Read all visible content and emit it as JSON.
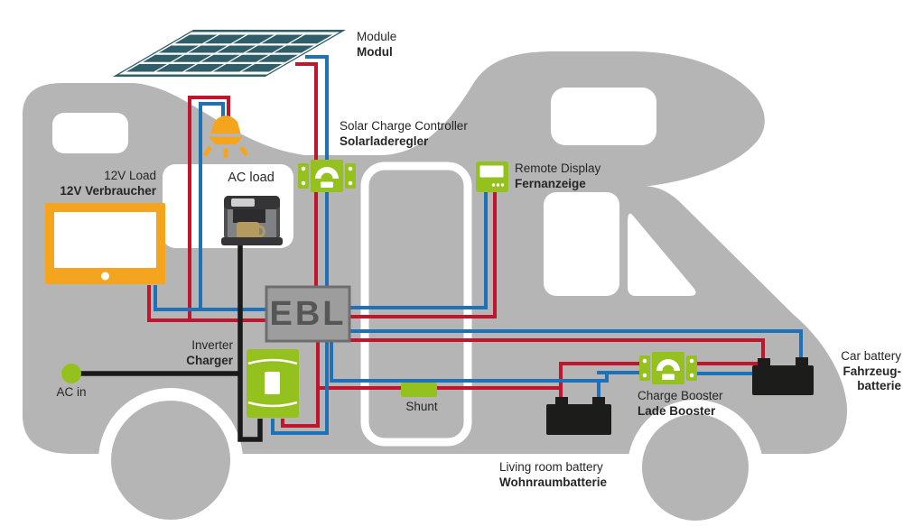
{
  "labels": {
    "module": {
      "en": "Module",
      "de": "Modul"
    },
    "solar_charge_controller": {
      "en": "Solar Charge Controller",
      "de": "Solarladeregler"
    },
    "remote_display": {
      "en": "Remote Display",
      "de": "Fernanzeige"
    },
    "dc_load": {
      "en": "12V Load",
      "de": "12V Verbraucher"
    },
    "ac_load": {
      "en": "AC load"
    },
    "ebl": {
      "text": "EBL"
    },
    "inverter_charger": {
      "en": "Inverter",
      "de": "Charger"
    },
    "ac_in": {
      "en": "AC in"
    },
    "shunt": {
      "en": "Shunt"
    },
    "charge_booster": {
      "en": "Charge Booster",
      "de": "Lade Booster"
    },
    "living_room_battery": {
      "en": "Living room battery",
      "de": "Wohnraumbatterie"
    },
    "car_battery": {
      "en": "Car battery",
      "de1": "Fahrzeug-",
      "de2": "batterie"
    }
  },
  "icons": {
    "solar_panel": "solar-panel-icon",
    "ceiling_lamp": "lamp-icon",
    "dc_monitor": "tv-monitor-icon",
    "coffee_machine": "coffee-machine-icon",
    "controller": "wall-controller-icon",
    "remote_display": "display-panel-icon",
    "inverter": "inverter-unit-icon",
    "shunt": "shunt-block-icon",
    "charge_booster": "booster-unit-icon",
    "battery": "battery-icon",
    "ac_inlet": "ac-inlet-dot-icon"
  },
  "colors": {
    "body_gray": "#b5b5b5",
    "wire_red": "#c0152c",
    "wire_blue": "#1d71b8",
    "wire_black": "#1a1a1a",
    "device_green": "#95c11f",
    "accent_orange": "#f5a51d",
    "panel_teal": "#2f5d68",
    "battery_black": "#1c1c1a",
    "ebl_gray": "#9d9d9d",
    "ebl_border": "#6e6e6e",
    "ebl_text": "#565656",
    "label_color": "#262626"
  }
}
